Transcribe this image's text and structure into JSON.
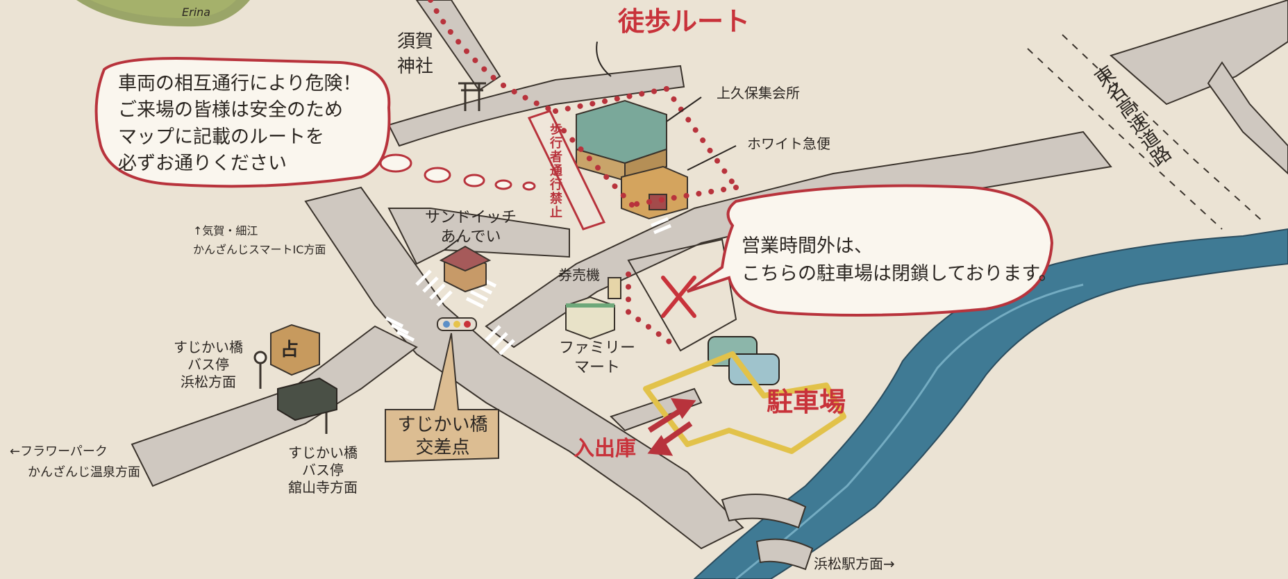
{
  "title": {
    "walking_route": "徒歩ルート",
    "parking": "駐車場",
    "entrance_exit": "入出庫"
  },
  "warning_bubble": {
    "line1": "車両の相互通行により危険！",
    "line2": "ご来場の皆様は安全のため",
    "line3": "マップに記載のルートを",
    "line4": "必ずお通りください"
  },
  "closed_bubble": {
    "line1": "営業時間外は、",
    "line2": "こちらの駐車場は閉鎖しております。"
  },
  "places": {
    "shrine_line1": "須賀",
    "shrine_line2": "神社",
    "kamikubo_hall": "上久保集会所",
    "white_express": "ホワイト急便",
    "no_pedestrian": "歩行者通行禁止",
    "sandwich_line1": "サンドイッチ",
    "sandwich_line2": "あんでい",
    "ticket_machine": "券売機",
    "familymart_line1": "ファミリー",
    "familymart_line2": "マート",
    "intersection_line1": "すじかい橋",
    "intersection_line2": "交差点",
    "bus_stop_a_line1": "すじかい橋",
    "bus_stop_a_line2": "バス停",
    "bus_stop_a_line3": "浜松方面",
    "bus_stop_b_line1": "すじかい橋",
    "bus_stop_b_line2": "バス停",
    "bus_stop_b_line3": "舘山寺方面",
    "expressway": "東名高速道路",
    "store_sign": "占",
    "artist_signature": "Erina"
  },
  "directions": {
    "north_line1": "↑気賀・細江",
    "north_line2": "かんざんじスマートIC方面",
    "west_line1": "←フラワーパーク",
    "west_line2": "かんざんじ温泉方面",
    "east": "浜松駅方面→"
  },
  "colors": {
    "paper": "#ebe3d4",
    "road": "#cfc8c0",
    "route_red": "#b8333c",
    "parking_yellow": "#e2c24a",
    "river_blue": "#3f7a94",
    "ink": "#2b2622"
  }
}
